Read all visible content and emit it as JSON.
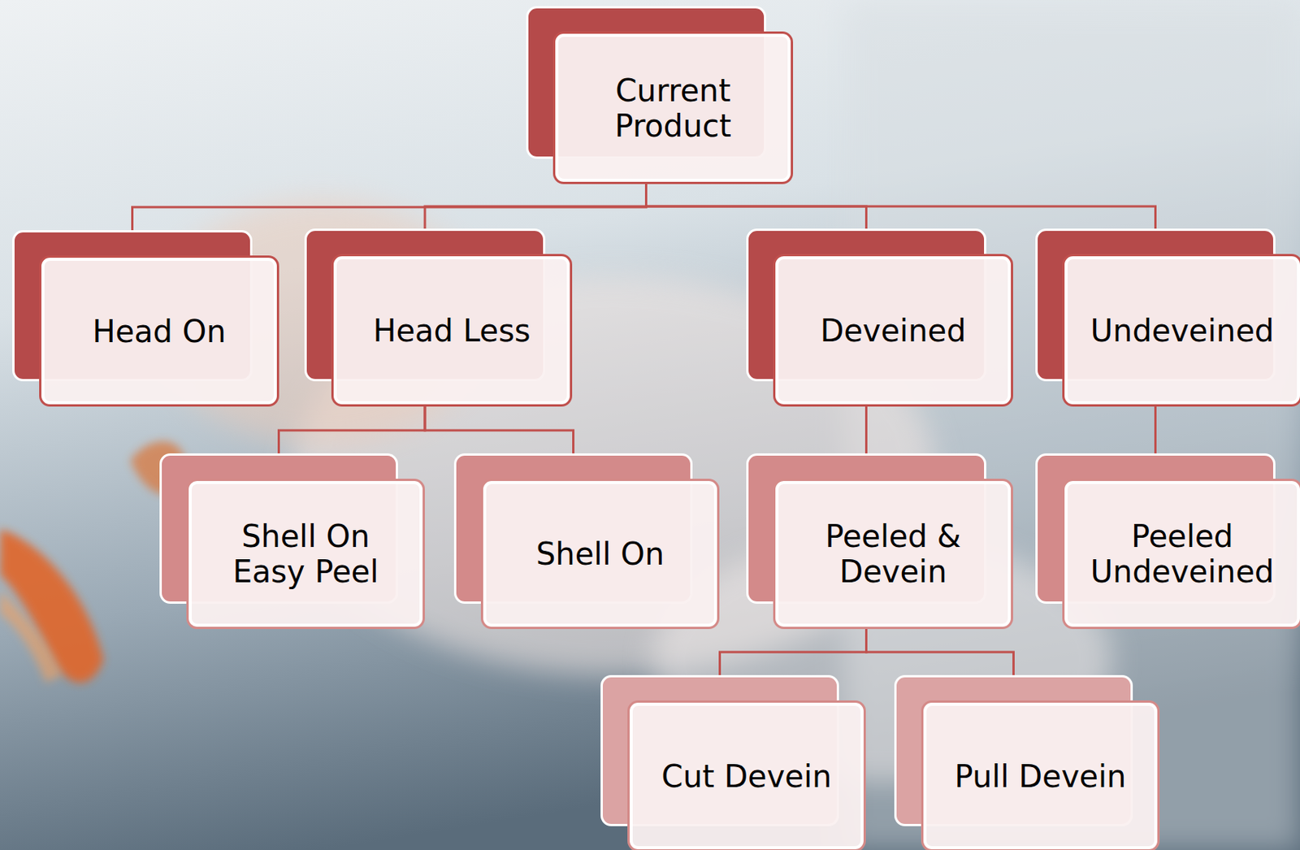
{
  "diagram": {
    "nodes": [
      {
        "text": [
          "Current Product"
        ]
      },
      {
        "text": [
          "Head On"
        ]
      },
      {
        "text": [
          "Head Less"
        ]
      },
      {
        "text": [
          "Deveined"
        ]
      },
      {
        "text": [
          "Undeveined"
        ]
      },
      {
        "text": [
          "Shell On Easy Peel"
        ]
      },
      {
        "text": [
          "Shell On"
        ]
      },
      {
        "text": [
          "Peeled & Devein"
        ]
      },
      {
        "text": [
          "Peeled Undeveined"
        ]
      },
      {
        "text": [
          "Cut Devein"
        ]
      },
      {
        "text": [
          "Pull Devein"
        ]
      }
    ],
    "edges": [
      {
        "from": 0,
        "to": 1,
        "arrow": "none"
      },
      {
        "from": 0,
        "to": 2,
        "arrow": "none"
      },
      {
        "from": 0,
        "to": 3,
        "arrow": "none"
      },
      {
        "from": 0,
        "to": 4,
        "arrow": "none"
      },
      {
        "from": 2,
        "to": 5,
        "arrow": "none"
      },
      {
        "from": 2,
        "to": 6,
        "arrow": "none"
      },
      {
        "from": 3,
        "to": 7,
        "arrow": "none"
      },
      {
        "from": 4,
        "to": 8,
        "arrow": "none"
      },
      {
        "from": 7,
        "to": 9,
        "arrow": "none"
      },
      {
        "from": 7,
        "to": 10,
        "arrow": "none"
      }
    ]
  }
}
